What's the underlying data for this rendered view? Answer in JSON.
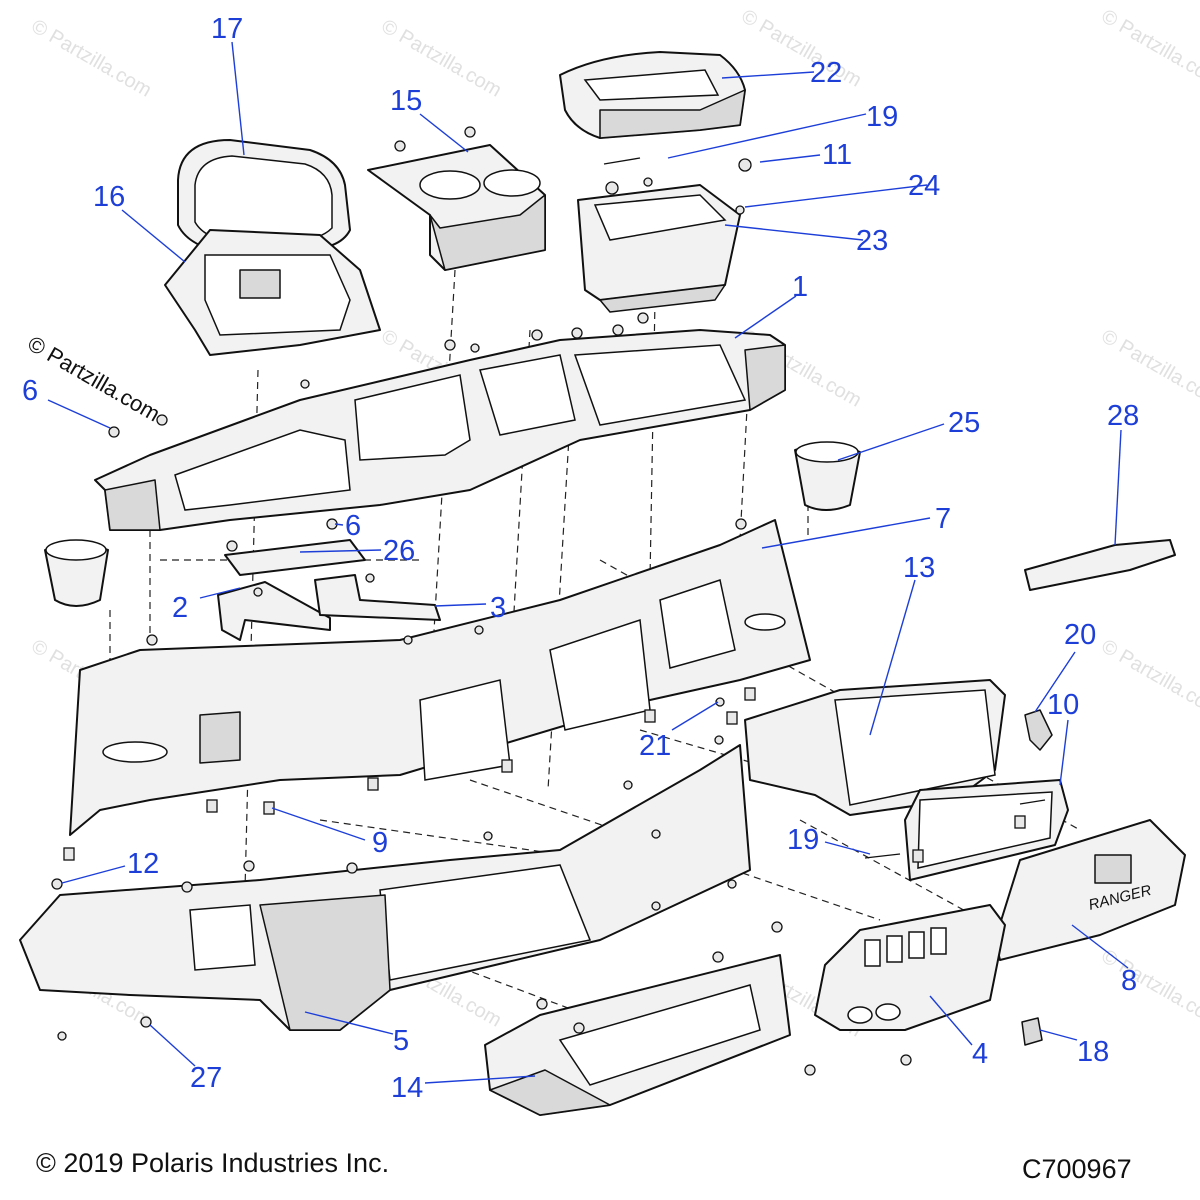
{
  "copyright": "© 2019 Polaris Industries Inc.",
  "diagram_code": "C700967",
  "watermark": "© Partzilla.com",
  "badge_text": "RANGER",
  "callout_color": "#1d3fd8",
  "callouts": [
    "17",
    "22",
    "15",
    "19",
    "11",
    "16",
    "24",
    "23",
    "1",
    "6",
    "25",
    "28",
    "6",
    "26",
    "7",
    "2",
    "3",
    "13",
    "20",
    "10",
    "21",
    "19",
    "9",
    "12",
    "8",
    "5",
    "4",
    "18",
    "27",
    "14"
  ]
}
